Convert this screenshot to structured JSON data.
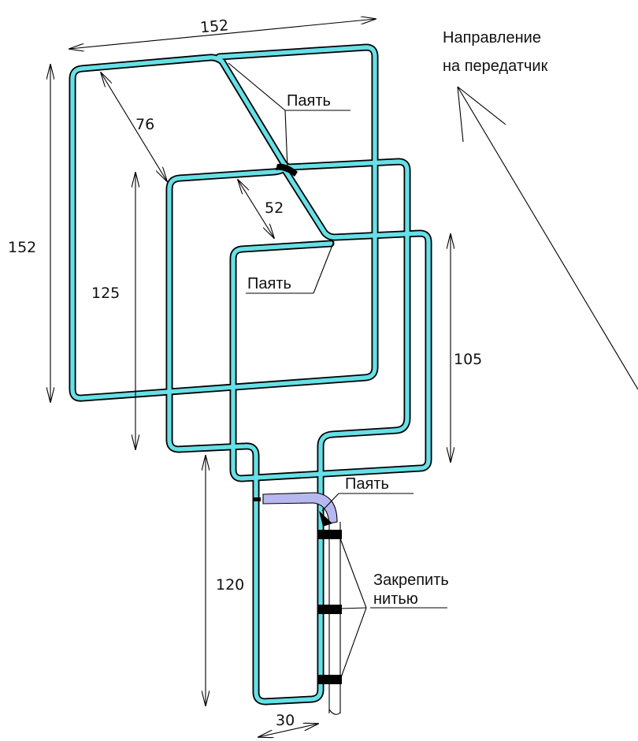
{
  "colors": {
    "wire": "#66e0e6",
    "coax_bend": "#b8b8f0",
    "solder": "#000000",
    "text": "#111111"
  },
  "direction_note": {
    "line1": "Направление",
    "line2": "на передатчик"
  },
  "dimensions": {
    "top_width": "152",
    "left_height": "152",
    "diagonal_outer": "76",
    "inner_height": "125",
    "diagonal_inner": "52",
    "right_height": "105",
    "feed_length": "120",
    "feed_width": "30"
  },
  "callouts": {
    "solder_top": "Паять",
    "solder_middle": "Паять",
    "solder_feed": "Паять",
    "fasten_line1": "Закрепить",
    "fasten_line2": "нитью"
  }
}
